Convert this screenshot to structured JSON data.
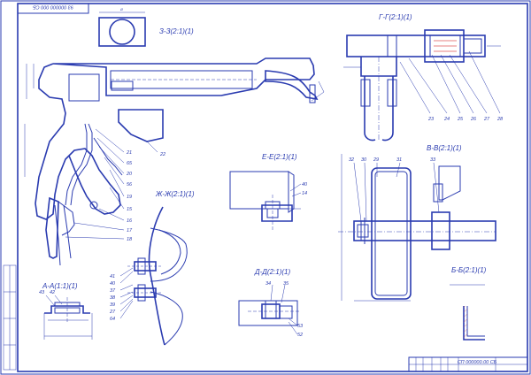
{
  "sheet": {
    "doc_code_top": "93 000000 000 СБ",
    "doc_code_bottom": "СП 000000.00 СБ"
  },
  "sections": {
    "z": "З-З(2:1)(1)",
    "g": "Г-Г(2:1)(1)",
    "e": "Е-Е(2:1)(1)",
    "zh": "Ж-Ж(2:1)(1)",
    "v": "В-В(2:1)(1)",
    "d": "Д-Д(2:1)(1)",
    "a": "А-А(1:1)(1)",
    "b": "Б-Б(2:1)(1)"
  },
  "callouts": {
    "gun": [
      "21",
      "65",
      "20",
      "56",
      "19",
      "15",
      "16",
      "17",
      "18"
    ],
    "gun_right": "22",
    "g_view": [
      "23",
      "24",
      "25",
      "26",
      "27",
      "28"
    ],
    "e_view": [
      "40",
      "14"
    ],
    "v_view": [
      "32",
      "30",
      "29",
      "31",
      "33"
    ],
    "zh_view": [
      "41",
      "40",
      "37",
      "38",
      "39",
      "27",
      "64"
    ],
    "d_view": [
      "34",
      "35",
      "53",
      "52"
    ],
    "a_view": [
      "43",
      "42"
    ]
  },
  "colors": {
    "line": "#2a3bb0",
    "hatch": "#e05a5a"
  }
}
